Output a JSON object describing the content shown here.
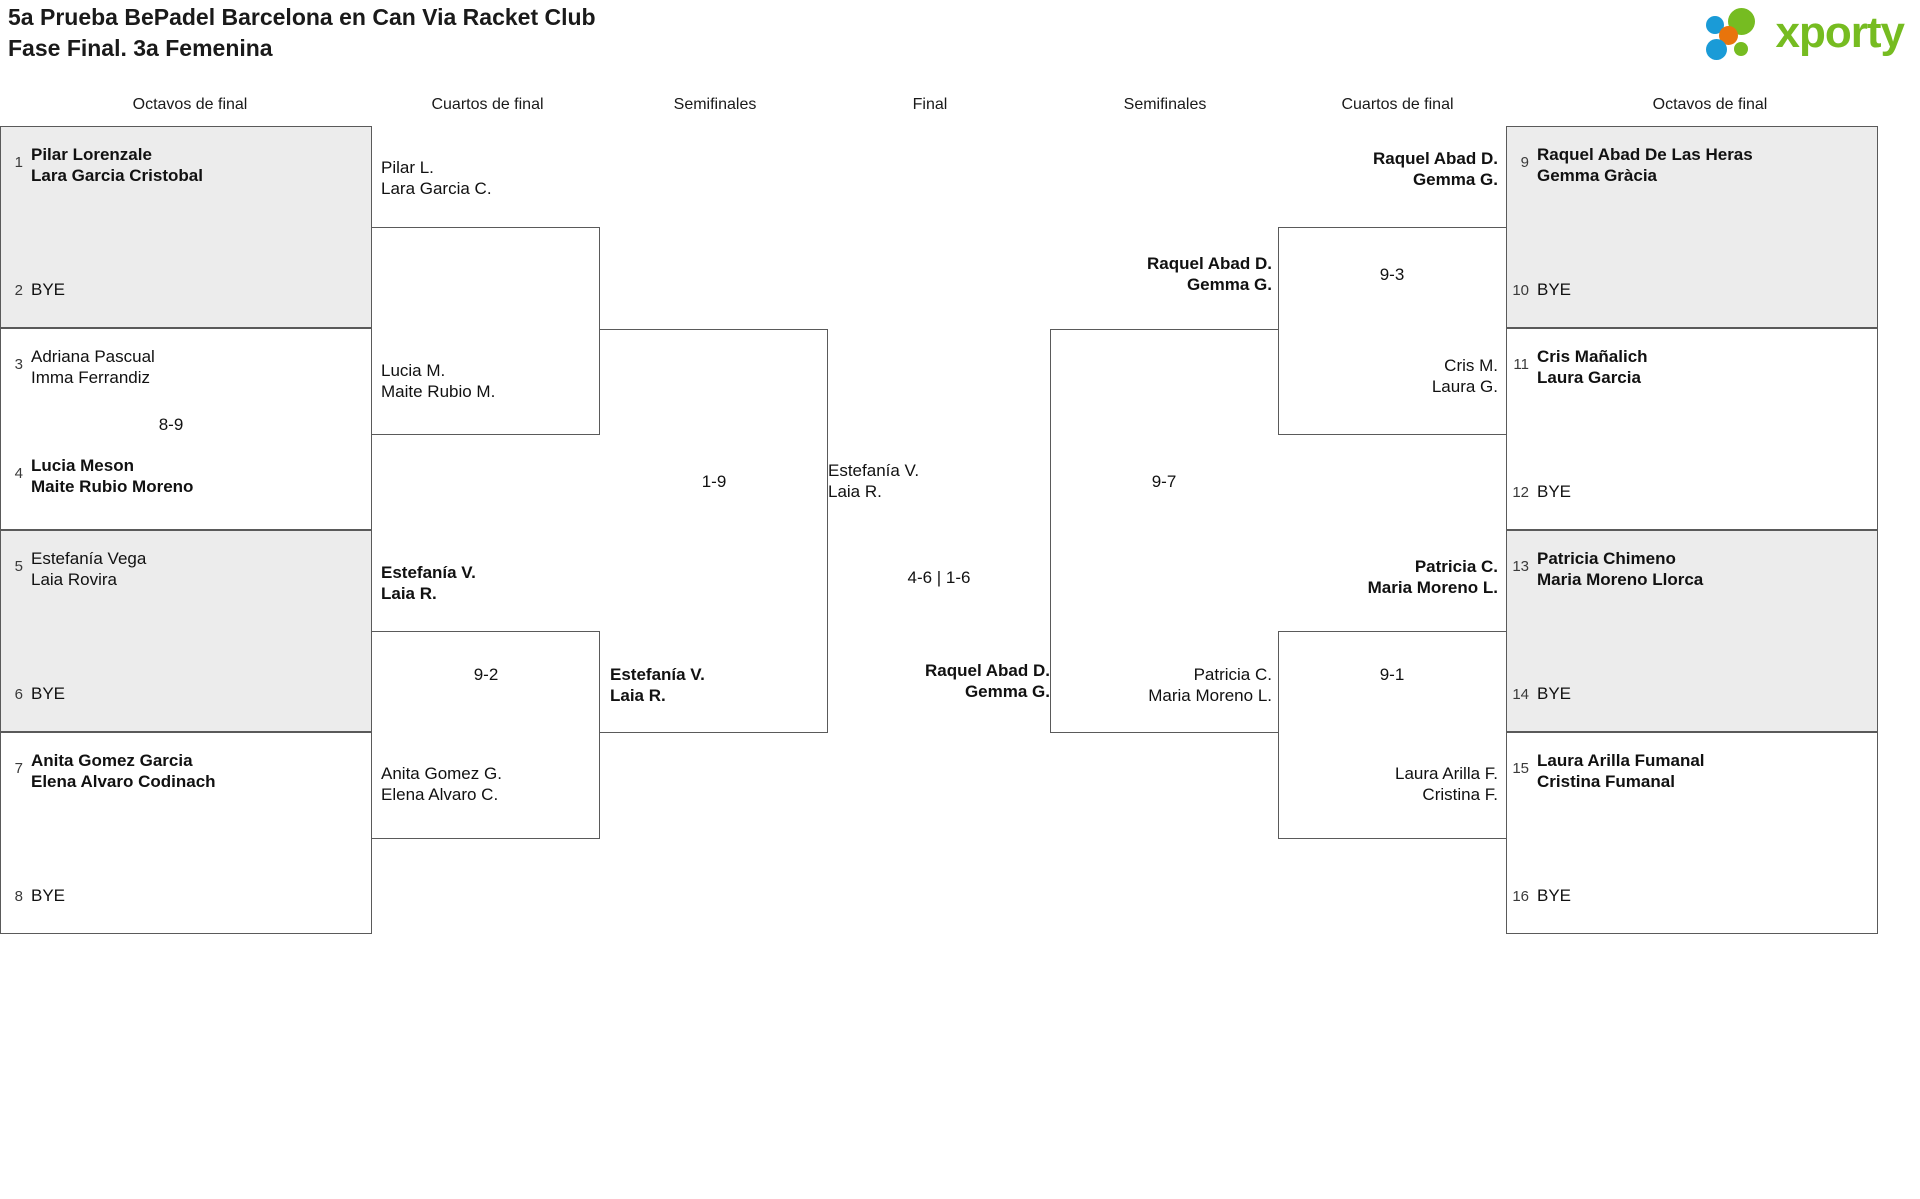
{
  "header": {
    "title_line1": "5a Prueba BePadel Barcelona en Can Via Racket Club",
    "title_line2": "Fase Final. 3a Femenina",
    "logo_text": "xporty",
    "brand_colors": {
      "blue": "#1a9bd7",
      "orange": "#e8740c",
      "green": "#76bc21"
    }
  },
  "round_headers": {
    "left_r16": "Octavos de final",
    "left_qf": "Cuartos de final",
    "left_sf": "Semifinales",
    "final": "Final",
    "right_sf": "Semifinales",
    "right_qf": "Cuartos de final",
    "right_r16": "Octavos de final"
  },
  "left_r16": [
    {
      "seed": "1",
      "line1": "Pilar Lorenzale",
      "line2": "Lara Garcia Cristobal",
      "winner": true,
      "bye": false
    },
    {
      "seed": "2",
      "line1": "BYE",
      "line2": "",
      "winner": false,
      "bye": true
    },
    {
      "seed": "3",
      "line1": "Adriana Pascual",
      "line2": "Imma Ferrandiz",
      "winner": false,
      "bye": false
    },
    {
      "seed": "4",
      "line1": "Lucia Meson",
      "line2": "Maite Rubio Moreno",
      "winner": true,
      "bye": false
    },
    {
      "seed": "5",
      "line1": "Estefanía Vega",
      "line2": "Laia Rovira",
      "winner": false,
      "bye": false
    },
    {
      "seed": "6",
      "line1": "BYE",
      "line2": "",
      "winner": false,
      "bye": true
    },
    {
      "seed": "7",
      "line1": "Anita Gomez Garcia",
      "line2": "Elena Alvaro Codinach",
      "winner": true,
      "bye": false
    },
    {
      "seed": "8",
      "line1": "BYE",
      "line2": "",
      "winner": false,
      "bye": true
    }
  ],
  "right_r16": [
    {
      "seed": "9",
      "line1": "Raquel Abad De Las Heras",
      "line2": "Gemma Gràcia",
      "winner": true,
      "bye": false
    },
    {
      "seed": "10",
      "line1": "BYE",
      "line2": "",
      "winner": false,
      "bye": true
    },
    {
      "seed": "11",
      "line1": "Cris Mañalich",
      "line2": "Laura Garcia",
      "winner": true,
      "bye": false
    },
    {
      "seed": "12",
      "line1": "BYE",
      "line2": "",
      "winner": false,
      "bye": true
    },
    {
      "seed": "13",
      "line1": "Patricia Chimeno",
      "line2": "Maria Moreno Llorca",
      "winner": true,
      "bye": false
    },
    {
      "seed": "14",
      "line1": "BYE",
      "line2": "",
      "winner": false,
      "bye": true
    },
    {
      "seed": "15",
      "line1": "Laura Arilla Fumanal",
      "line2": "Cristina Fumanal",
      "winner": true,
      "bye": false
    },
    {
      "seed": "16",
      "line1": "BYE",
      "line2": "",
      "winner": false,
      "bye": true
    }
  ],
  "left_r16_scores": {
    "m1": "",
    "m2": "8-9",
    "m3": "",
    "m4": ""
  },
  "left_qf": [
    {
      "line1": "Pilar L.",
      "line2": "Lara Garcia C.",
      "winner": false
    },
    {
      "line1": "Lucia M.",
      "line2": "Maite Rubio M.",
      "winner": false
    },
    {
      "line1": "Estefanía V.",
      "line2": "Laia R.",
      "winner": true
    },
    {
      "line1": "Anita Gomez G.",
      "line2": "Elena Alvaro C.",
      "winner": false
    }
  ],
  "left_qf_scores": {
    "top": "",
    "bottom": "9-2"
  },
  "left_sf": [
    {
      "line1": "Estefanía V.",
      "line2": "Laia R.",
      "winner": true
    }
  ],
  "left_sf_score": "1-9",
  "final": {
    "left_entry": {
      "line1": "Estefanía V.",
      "line2": "Laia R.",
      "winner": false
    },
    "right_entry": {
      "line1": "Raquel Abad D.",
      "line2": "Gemma G.",
      "winner": true
    },
    "score": "4-6 | 1-6"
  },
  "right_sf": [
    {
      "line1": "Raquel Abad D.",
      "line2": "Gemma G.",
      "winner": true
    },
    {
      "line1": "Patricia C.",
      "line2": "Maria Moreno L.",
      "winner": false
    }
  ],
  "right_sf_score": "9-7",
  "right_qf": [
    {
      "line1": "Raquel Abad D.",
      "line2": "Gemma G.",
      "winner": true
    },
    {
      "line1": "Cris M.",
      "line2": "Laura G.",
      "winner": false
    },
    {
      "line1": "Patricia C.",
      "line2": "Maria Moreno L.",
      "winner": true
    },
    {
      "line1": "Laura Arilla F.",
      "line2": "Cristina F.",
      "winner": false
    }
  ],
  "right_qf_scores": {
    "top": "9-3",
    "bottom": "9-1"
  }
}
